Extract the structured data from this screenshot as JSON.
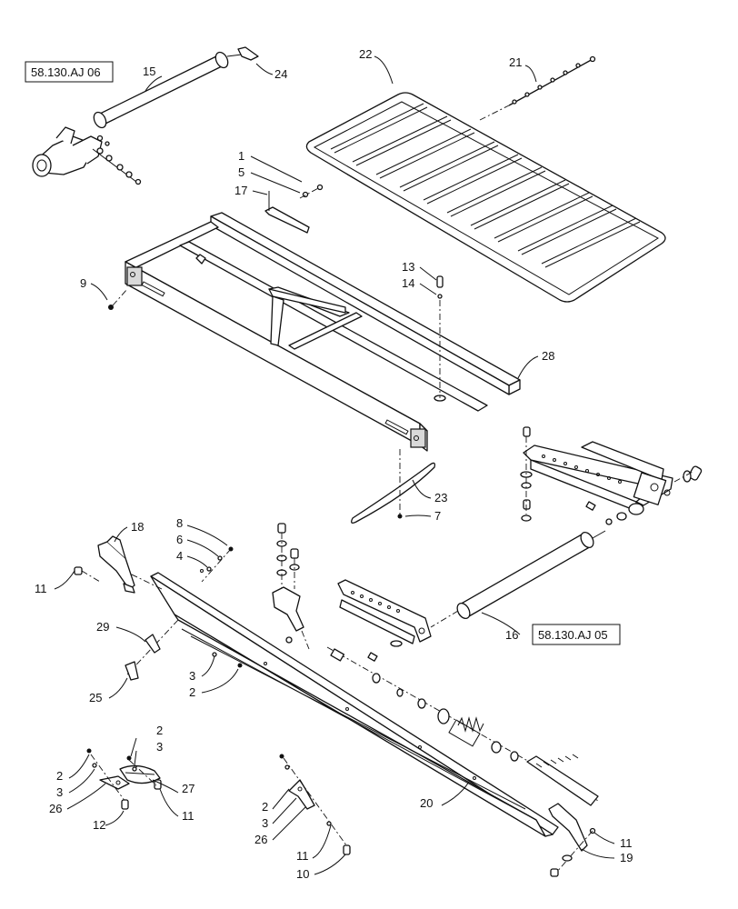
{
  "references": {
    "ref_top": "58.130.AJ 06",
    "ref_right": "58.130.AJ 05"
  },
  "callouts": [
    "1",
    "2",
    "3",
    "4",
    "5",
    "6",
    "7",
    "8",
    "9",
    "10",
    "11",
    "12",
    "13",
    "14",
    "15",
    "16",
    "17",
    "18",
    "19",
    "20",
    "21",
    "22",
    "23",
    "24",
    "25",
    "26",
    "27",
    "28",
    "29"
  ],
  "labels": {
    "c15": "15",
    "c24": "24",
    "c22": "22",
    "c21": "21",
    "c1": "1",
    "c5": "5",
    "c17": "17",
    "c9": "9",
    "c13": "13",
    "c14": "14",
    "c28": "28",
    "c23": "23",
    "c7": "7",
    "c18": "18",
    "c8": "8",
    "c6": "6",
    "c4": "4",
    "c11a": "11",
    "c29": "29",
    "c3a": "3",
    "c2a": "2",
    "c25": "25",
    "c16": "16",
    "c2b": "2",
    "c3b": "3",
    "c2c": "2",
    "c3c": "3",
    "c26a": "26",
    "c27": "27",
    "c12": "12",
    "c11b": "11",
    "c2d": "2",
    "c3d": "3",
    "c26b": "26",
    "c11c": "11",
    "c10": "10",
    "c20": "20",
    "c11d": "11",
    "c19": "19"
  }
}
